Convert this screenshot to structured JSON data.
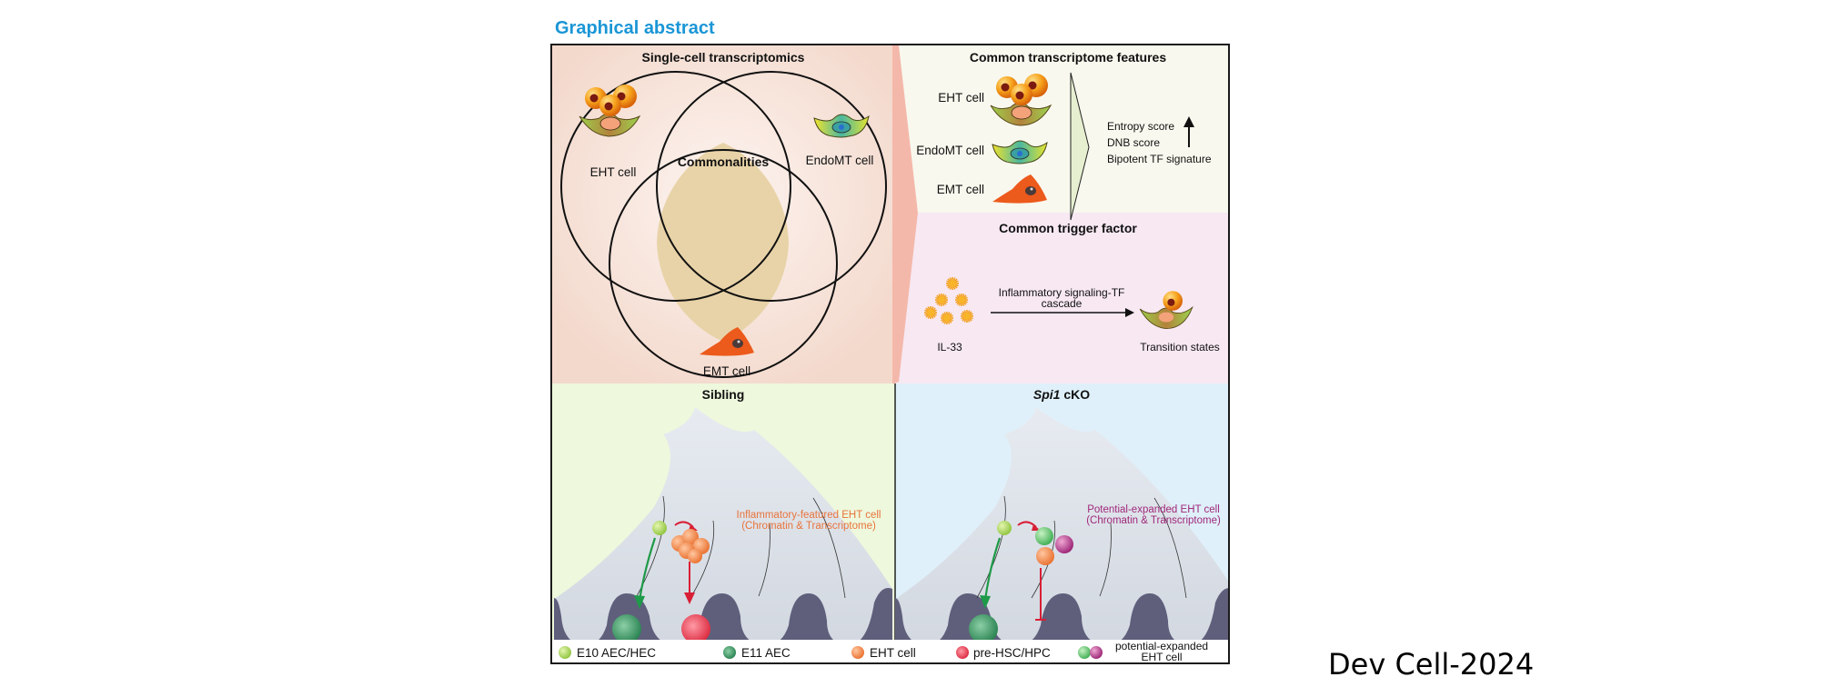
{
  "header": {
    "title": "Graphical abstract"
  },
  "source_label": "Dev Cell-2024",
  "panels": {
    "venn": {
      "title": "Single-cell transcriptomics",
      "center_label": "Commonalities",
      "sets": [
        {
          "label": "EHT cell",
          "icon": "eht-cell-icon"
        },
        {
          "label": "EndoMT cell",
          "icon": "endomt-cell-icon"
        },
        {
          "label": "EMT cell",
          "icon": "emt-cell-icon"
        }
      ]
    },
    "features": {
      "title": "Common transcriptome features",
      "cells": [
        "EHT cell",
        "EndoMT cell",
        "EMT cell"
      ],
      "scores": [
        "Entropy score",
        "DNB score",
        "Bipotent TF signature"
      ],
      "trend": "up-arrow-icon"
    },
    "trigger": {
      "title": "Common trigger factor",
      "source": "IL-33",
      "arrow_label_line1": "Inflammatory signaling-TF",
      "arrow_label_line2": "cascade",
      "target": "Transition states"
    },
    "sibling": {
      "title": "Sibling",
      "annotation_line1": "Inflammatory-featured EHT cell",
      "annotation_line2": "(Chromatin & Transcriptome)",
      "annotation_color": "#e8743b"
    },
    "cko": {
      "title_italic": "Spi1",
      "title_rest": " cKO",
      "annotation_line1": "Potential-expanded EHT cell",
      "annotation_line2": "(Chromatin & Transcriptome)",
      "annotation_color": "#a0287a"
    }
  },
  "legend": [
    {
      "label": "E10 AEC/HEC",
      "color": "#a8d45a"
    },
    {
      "label": "E11 AEC",
      "color": "#2e8b57"
    },
    {
      "label": "EHT cell",
      "color": "#f08a55"
    },
    {
      "label": "pre-HSC/HPC",
      "color": "#e8334a"
    },
    {
      "label_line1": "potential-expanded",
      "label_line2": "EHT cell",
      "colors": [
        "#5cc46a",
        "#b04a8e"
      ]
    }
  ],
  "colors": {
    "title_blue": "#1a96d6",
    "venn_bg": "#f6e0d6",
    "venn_center": "#e8d3a8",
    "features_bg": "#f8f8ee",
    "trigger_bg": "#f7e8f2",
    "sibling_bg": "#eef8dc",
    "cko_bg": "#dff0fa",
    "wedge": "#f4b8aa",
    "tissue_dark": "#5f5f7c"
  }
}
